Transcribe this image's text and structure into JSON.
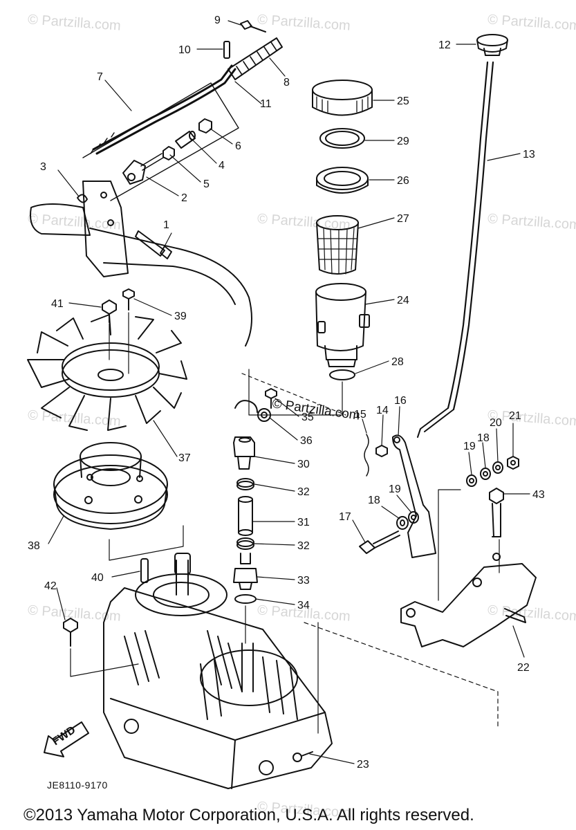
{
  "diagram": {
    "watermark_text": "© Partzilla.com",
    "site_mark": "© Partzilla.com",
    "drawing_code": "JE8110-9170",
    "fwd_label": "FWD",
    "copyright": "©2013  Yamaha Motor Corporation, U.S.A. All rights reserved.",
    "callouts": [
      "1",
      "2",
      "3",
      "4",
      "5",
      "6",
      "7",
      "8",
      "9",
      "10",
      "11",
      "12",
      "13",
      "14",
      "15",
      "16",
      "17",
      "18",
      "18",
      "19",
      "19",
      "20",
      "21",
      "22",
      "23",
      "24",
      "25",
      "26",
      "27",
      "28",
      "29",
      "30",
      "31",
      "32",
      "32",
      "33",
      "34",
      "35",
      "36",
      "37",
      "38",
      "39",
      "40",
      "41",
      "42",
      "43"
    ]
  }
}
